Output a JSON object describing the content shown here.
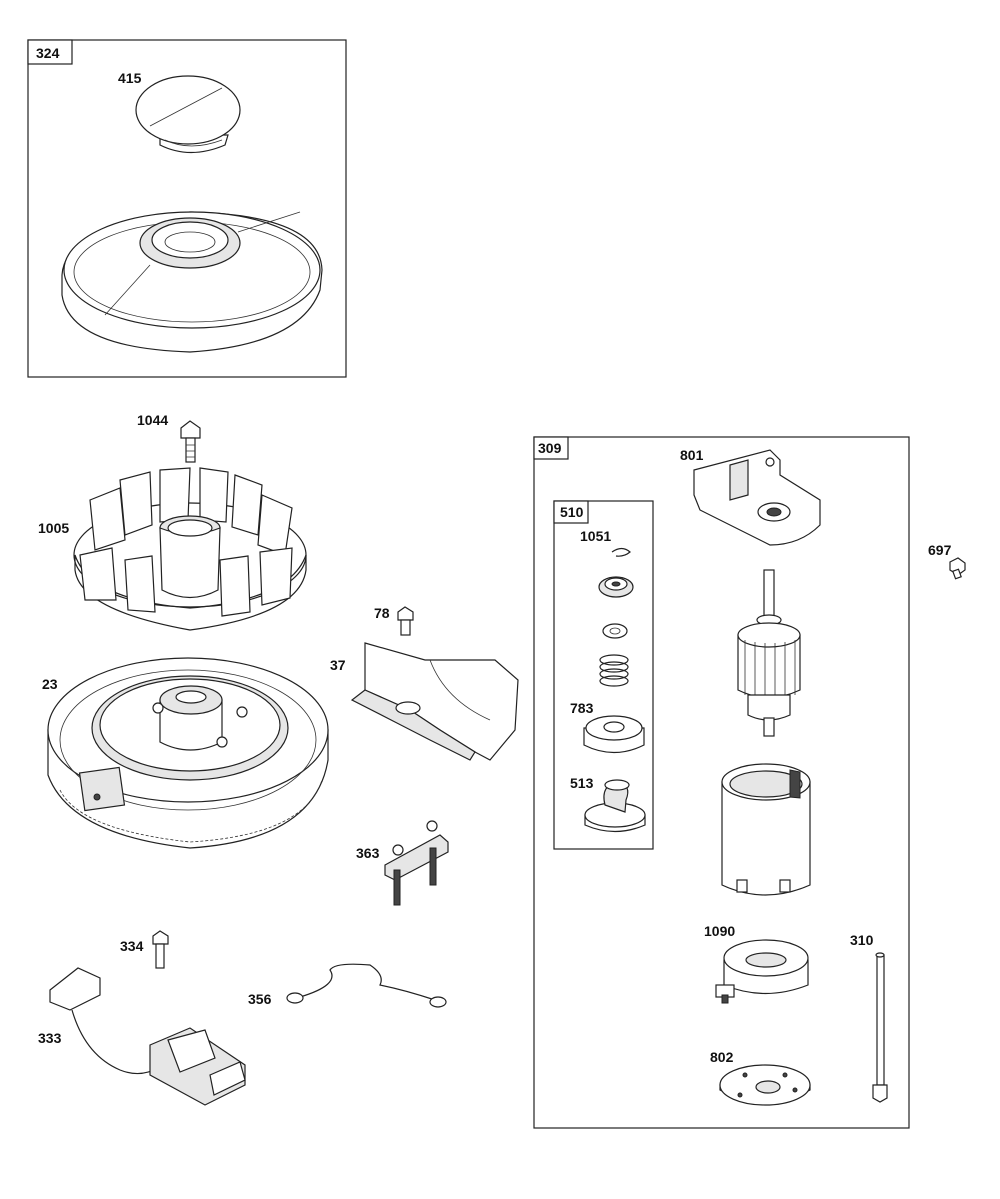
{
  "groups": {
    "g324": "324",
    "g309": "309",
    "g510": "510"
  },
  "labels": {
    "p415": "415",
    "p1044": "1044",
    "p1005": "1005",
    "p23": "23",
    "p78": "78",
    "p37": "37",
    "p363": "363",
    "p334": "334",
    "p333": "333",
    "p356": "356",
    "p801": "801",
    "p1051": "1051",
    "p783": "783",
    "p513": "513",
    "p697": "697",
    "p1090": "1090",
    "p310": "310",
    "p802": "802"
  }
}
